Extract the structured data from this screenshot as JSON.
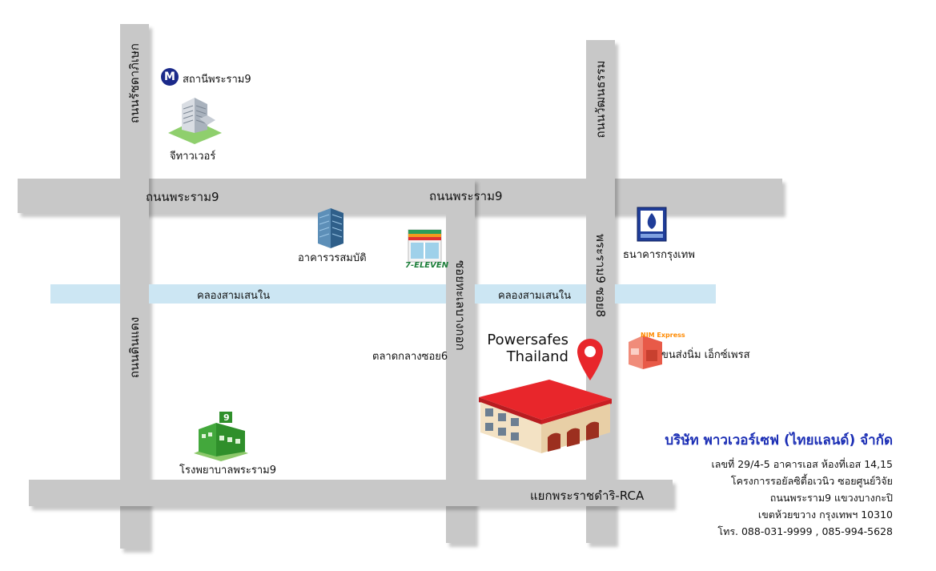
{
  "roads": {
    "rama9_west": "ถนนพระราม9",
    "rama9_center": "ถนนพระราม9",
    "ratchadaphisek": "ถนนรัชดาภิเษก",
    "din_daeng": "ถนนดินแดง",
    "wattanatham": "ถนนวัฒนธรรม",
    "soi_rama9_8": "พระราม9 ซอย8",
    "soi_thalae_boakthong": "ซอยทะเลบางกอก",
    "junction_rca": "แยกพระราชดำริ-RCA"
  },
  "canals": {
    "west": "คลองสามเสนใน",
    "east": "คลองสามเสนใน"
  },
  "landmarks": {
    "mrt_station": "สถานีพระราม9",
    "g_tower": "จีทาวเวอร์",
    "vorasombat": "อาคารวรสมบัติ",
    "seven_eleven": "7-ELEVEN",
    "bangkok_bank": "ธนาคารกรุงเทพ",
    "market": "ตลาดกลางซอย6",
    "nim_express": "ขนส่งนิ่ม เอ็กซ์เพรส",
    "nim_sign": "NIM Express",
    "hospital": "โรงพยาบาลพระราม9",
    "hospital_sign": "9",
    "mrt_sign": "M"
  },
  "destination": {
    "line1": "Powersafes",
    "line2": "Thailand",
    "pin_color": "#e8262b",
    "roof_color": "#e8262b"
  },
  "company": {
    "name": "บริษัท พาวเวอร์เซฟ (ไทยแลนด์) จำกัด",
    "address1": "เลขที่ 29/4-5 อาคารเอส ห้องที่เอส 14,15",
    "address2": "โครงการรอยัลซิตี้อเวนิว ซอยศูนย์วิจัย",
    "address3": "ถนนพระราม9 แขวงบางกะปิ",
    "address4": "เขตห้วยขวาง กรุงเทพฯ 10310",
    "phone": "โทร. 088-031-9999 , 085-994-5628"
  },
  "colors": {
    "road": "#c8c8c8",
    "canal": "#cce6f3",
    "company_name": "#1c2fb5"
  }
}
